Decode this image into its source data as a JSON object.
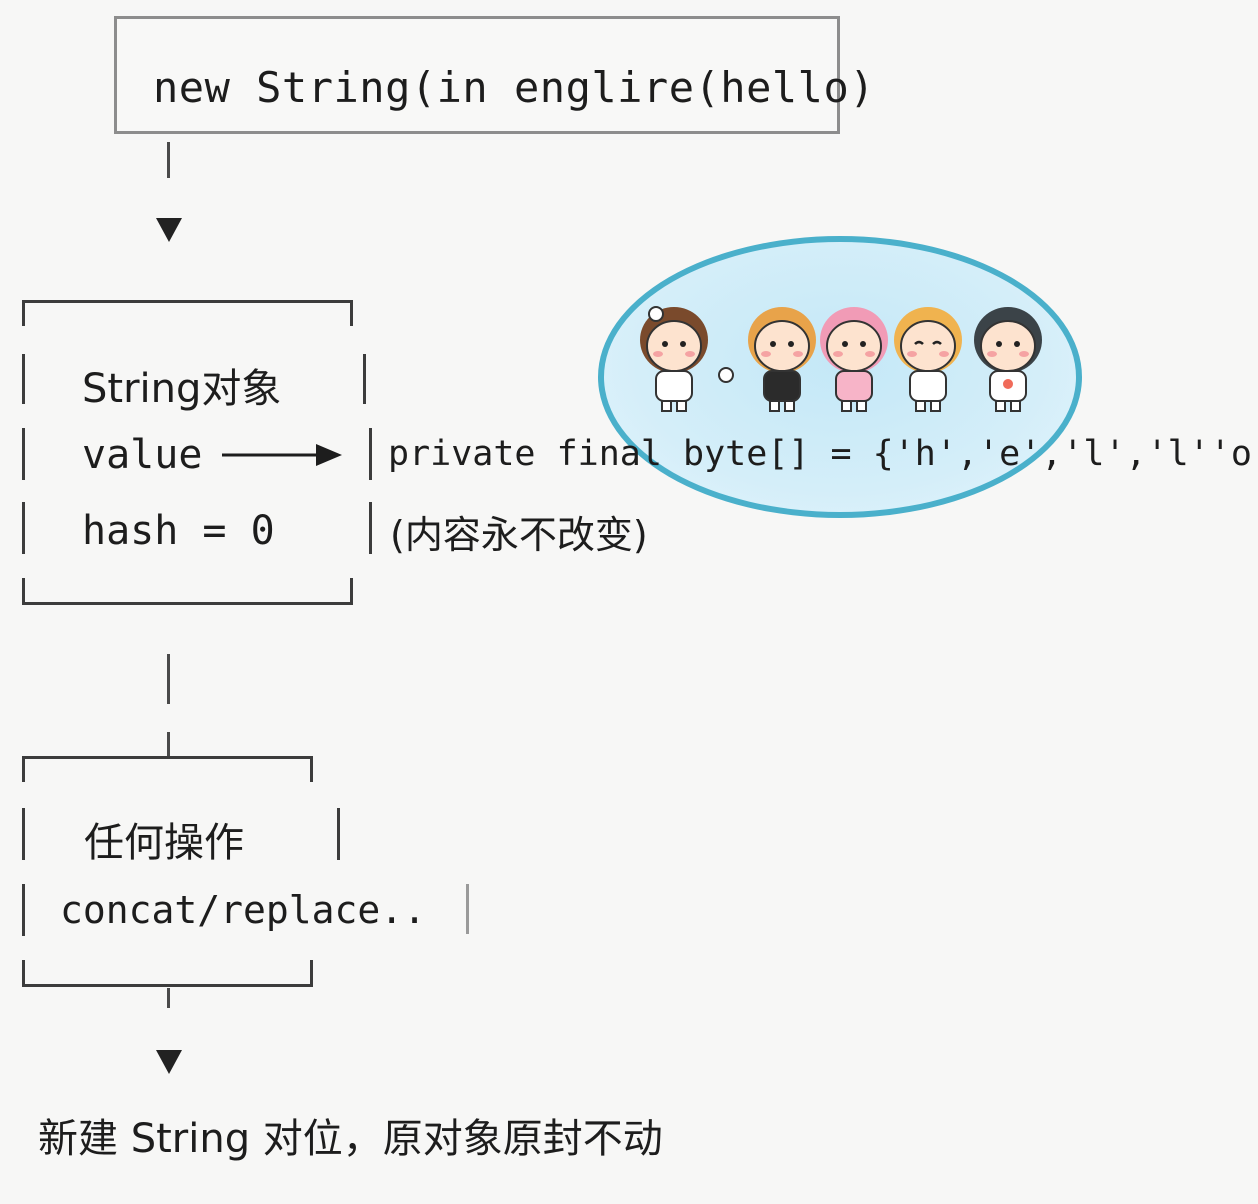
{
  "constructor_label": "new String(in englire(hello)",
  "string_object": {
    "title": "String对象",
    "value_field": "value",
    "hash_field": "hash = 0"
  },
  "byte_array": {
    "declaration": "private final byte[] = {'h','e','l','l''o'}",
    "note": "(内容永不改变)"
  },
  "operations": {
    "title": "任何操作",
    "methods": "concat/replace.."
  },
  "result_text": "新建 String 对位，原对象原封不动",
  "illustration": {
    "name": "five-cartoon-kids",
    "accent_color": "#4ab0cb"
  }
}
